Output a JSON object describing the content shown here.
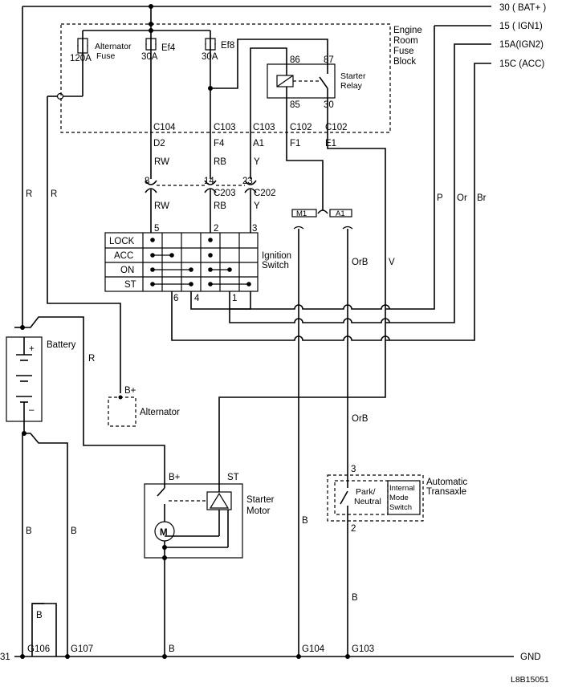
{
  "rails": {
    "bat": "30 ( BAT+ )",
    "ign1": "15  ( IGN1)",
    "ign2": "15A(IGN2)",
    "acc": "15C (ACC)",
    "ground_left": "31",
    "ground_right": "GND"
  },
  "fuse_block": {
    "title_lines": [
      "Engine",
      "Room",
      "Fuse",
      "Block"
    ],
    "alt_fuse": {
      "amps": "120A",
      "name_lines": [
        "Alternator",
        "Fuse"
      ]
    },
    "ef4": {
      "amps": "30A",
      "name": "Ef4"
    },
    "ef8": {
      "amps": "30A",
      "name": "Ef8"
    },
    "relay": {
      "name_lines": [
        "Starter",
        "Relay"
      ],
      "pin86": "86",
      "pin87": "87",
      "pin85": "85",
      "pin30": "30"
    }
  },
  "connectors": {
    "c104": "C104",
    "d2": "D2",
    "c103a": "C103",
    "f4": "F4",
    "c103b": "C103",
    "a1": "A1",
    "c102a": "C102",
    "f1": "F1",
    "c102b": "C102",
    "e1": "E1",
    "pin8": "8",
    "pin14": "14",
    "pin23": "23",
    "c203": "C203",
    "c202": "C202",
    "m1": "M1",
    "a1tag": "A1"
  },
  "wire_colors": {
    "rw1": "RW",
    "rb1": "RB",
    "y1": "Y",
    "rw2": "RW",
    "rb2": "RB",
    "y2": "Y",
    "r1": "R",
    "r2": "R",
    "r3": "R",
    "p": "P",
    "or": "Or",
    "br": "Br",
    "orb1": "OrB",
    "v": "V",
    "orb2": "OrB",
    "b1": "B",
    "b2": "B",
    "b3": "B",
    "b4": "B",
    "b5": "B",
    "b6": "B",
    "b7": "B"
  },
  "ignition_switch": {
    "name_lines": [
      "Ignition",
      "Switch"
    ],
    "positions": [
      "LOCK",
      "ACC",
      "ON",
      "ST"
    ],
    "pins": {
      "p5": "5",
      "p2": "2",
      "p3": "3",
      "p6": "6",
      "p4": "4",
      "p1": "1"
    }
  },
  "battery": {
    "name": "Battery",
    "plus": "+",
    "minus": "–"
  },
  "alternator": {
    "name": "Alternator",
    "terminal": "B+"
  },
  "starter": {
    "name_lines": [
      "Starter",
      "Motor"
    ],
    "bplus": "B+",
    "st": "ST",
    "motor": "M"
  },
  "transaxle": {
    "name_lines": [
      "Automatic",
      "Transaxle"
    ],
    "switch_lines": [
      "Park/",
      "Neutral"
    ],
    "mode_lines": [
      "Internal",
      "Mode",
      "Switch"
    ],
    "pin3": "3",
    "pin2": "2"
  },
  "grounds": {
    "g106": "G106",
    "g107": "G107",
    "g104": "G104",
    "g103": "G103"
  },
  "ref_code": "L8B15051"
}
